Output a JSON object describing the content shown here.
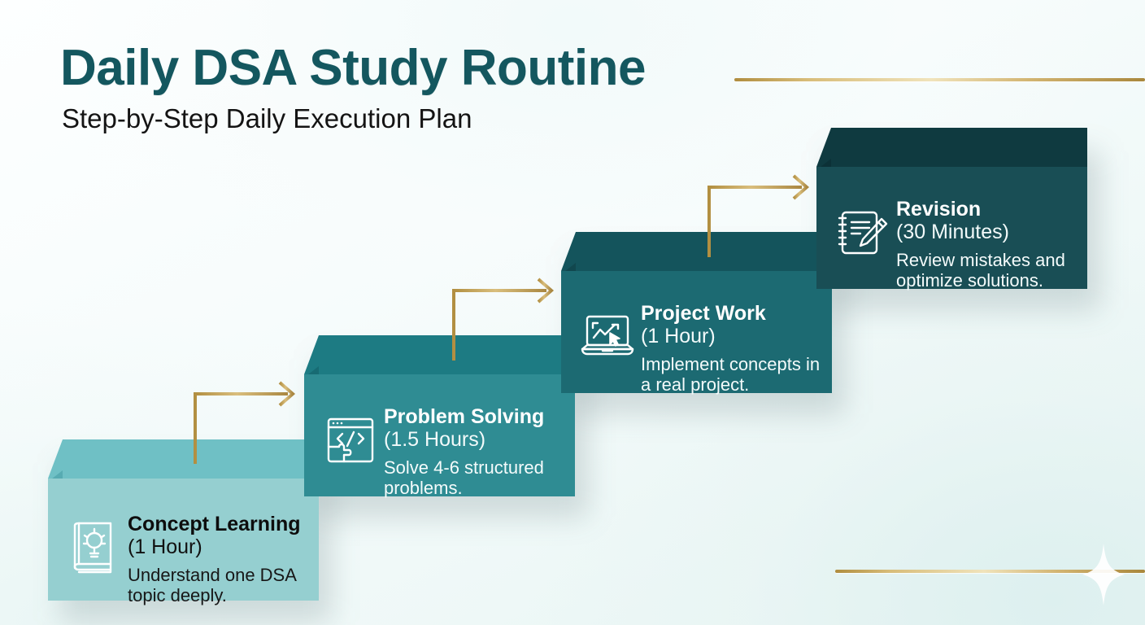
{
  "header": {
    "title": "Daily DSA Study Routine",
    "subtitle": "Step-by-Step Daily Execution Plan"
  },
  "theme": {
    "title_color": "#14575f",
    "subtitle_color": "#141414",
    "gold_accent": "#c9a css",
    "gold": "#c2a05a",
    "background": "#f2fafa"
  },
  "decorations": {
    "top_rule": "gold-horizontal-rule",
    "bottom_rule": "gold-horizontal-rule",
    "sparkle": "four-point-star"
  },
  "steps": [
    {
      "index": "1",
      "title": "Concept Learning",
      "duration": "(1 Hour)",
      "description": "Understand one DSA topic deeply.",
      "icon": "book-lightbulb-icon",
      "front_color": "#95cfd0",
      "top_color": "#6fc0c5",
      "text_color": "#0d0d0d"
    },
    {
      "index": "2",
      "title": "Problem Solving",
      "duration": "(1.5 Hours)",
      "description": "Solve 4-6 structured problems.",
      "icon": "code-puzzle-window-icon",
      "front_color": "#2f8c93",
      "top_color": "#1d7b83",
      "text_color": "#ffffff"
    },
    {
      "index": "3",
      "title": "Project Work",
      "duration": "(1 Hour)",
      "description": "Implement concepts in a real project.",
      "icon": "laptop-chart-cursor-icon",
      "front_color": "#1c6a72",
      "top_color": "#14545c",
      "text_color": "#ffffff"
    },
    {
      "index": "4",
      "title": "Revision",
      "duration": "(30 Minutes)",
      "description": "Review mistakes and optimize solutions.",
      "icon": "notepad-pencil-icon",
      "front_color": "#194e55",
      "top_color": "#0f3a40",
      "text_color": "#ffffff"
    }
  ],
  "connectors": [
    {
      "name": "arrow-step1-to-step2",
      "icon": "right-arrow-elbow-icon"
    },
    {
      "name": "arrow-step2-to-step3",
      "icon": "right-arrow-elbow-icon"
    },
    {
      "name": "arrow-step3-to-step4",
      "icon": "right-arrow-elbow-icon"
    }
  ]
}
